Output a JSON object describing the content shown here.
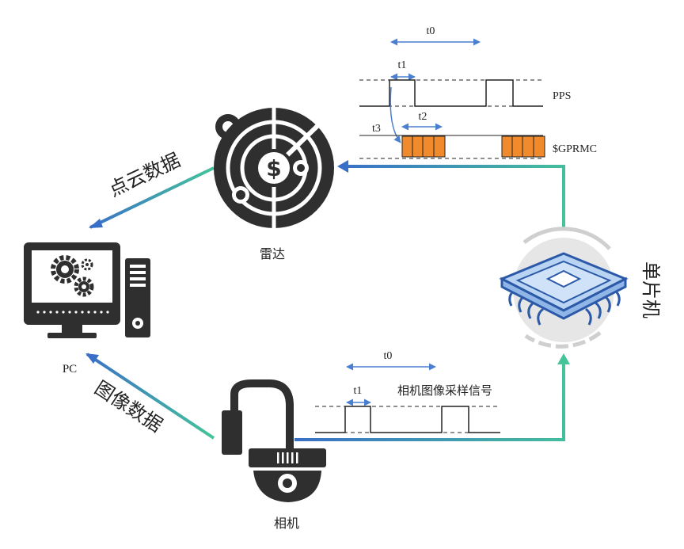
{
  "nodes": {
    "lidar": {
      "label": "雷达"
    },
    "pc": {
      "label": "PC"
    },
    "camera": {
      "label": "相机"
    },
    "mcu": {
      "label": "单片机"
    }
  },
  "edges": {
    "lidar_to_pc": {
      "label": "点云数据"
    },
    "camera_to_pc": {
      "label": "图像数据"
    }
  },
  "lidar_timing": {
    "t0": "t0",
    "t1": "t1",
    "t2": "t2",
    "t3": "t3",
    "pps": "PPS",
    "gprmc": "$GPRMC"
  },
  "camera_timing": {
    "t0": "t0",
    "t1": "t1",
    "signal": "相机图像采样信号"
  },
  "colors": {
    "icon": "#2f2f2f",
    "flow_start": "#3a6fc8",
    "flow_end": "#45c49a",
    "timing_arrow": "#4a7fd0",
    "gprmc_block": "#f08a2c",
    "chip_fill": "#b8d4f2",
    "chip_stroke": "#2c5aa8"
  }
}
